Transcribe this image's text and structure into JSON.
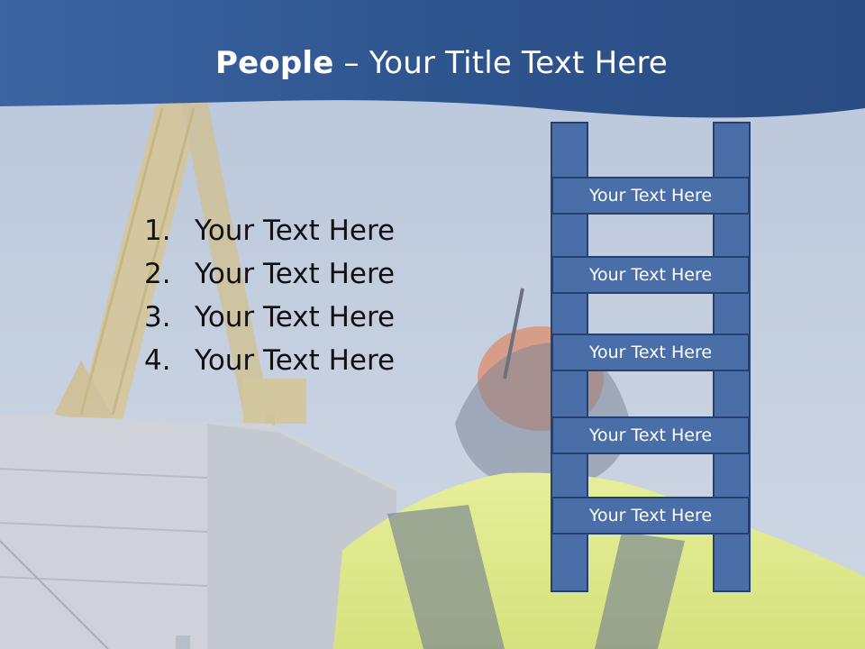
{
  "slide": {
    "title_bold": "People",
    "title_rest": " – Your Title Text Here",
    "list": [
      {
        "num": "1.",
        "text": "Your Text Here"
      },
      {
        "num": "2.",
        "text": "Your Text Here"
      },
      {
        "num": "3.",
        "text": "Your Text Here"
      },
      {
        "num": "4.",
        "text": "Your Text Here"
      }
    ],
    "ladder_labels": [
      "Your Text Here",
      "Your Text Here",
      "Your Text Here",
      "Your Text Here",
      "Your Text Here"
    ]
  },
  "colors": {
    "header": "#2f5390",
    "ladder_fill": "#4a6ea8",
    "ladder_stroke": "#26406f",
    "sky": "#c5cfdf"
  }
}
